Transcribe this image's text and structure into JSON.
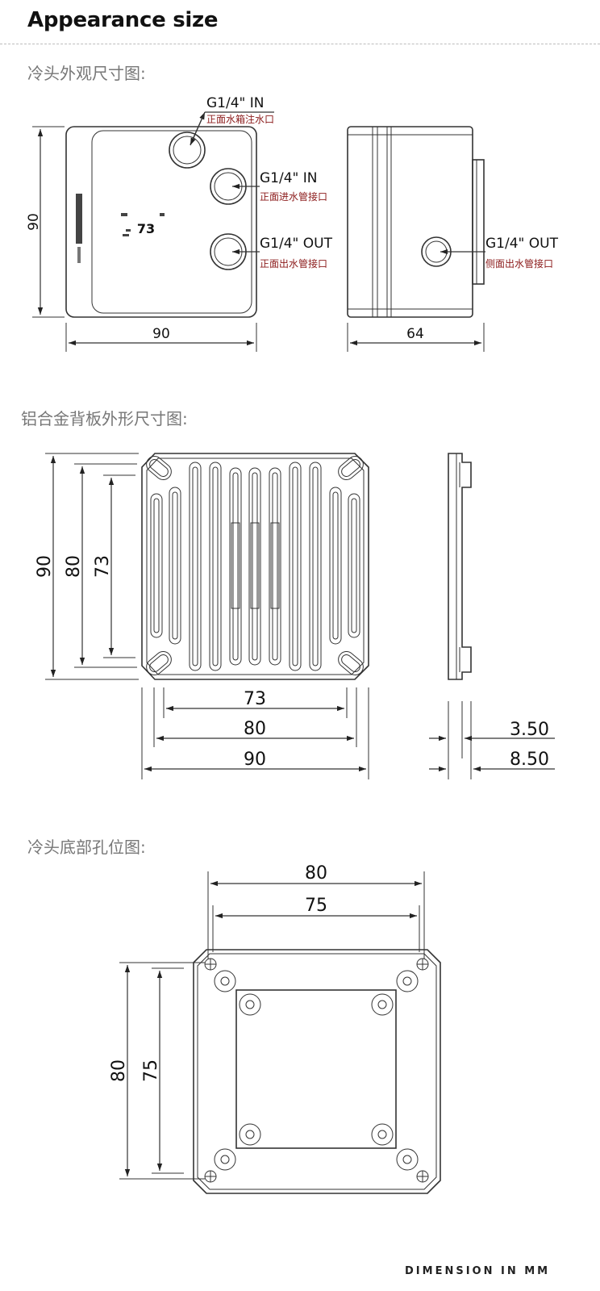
{
  "header": {
    "title": "Appearance size"
  },
  "sections": {
    "exterior": {
      "label": "冷头外观尺寸图:",
      "ports": [
        {
          "code": "G1/4\" IN",
          "desc": "正面水箱注水口"
        },
        {
          "code": "G1/4\" IN",
          "desc": "正面进水管接口"
        },
        {
          "code": "G1/4\" OUT",
          "desc": "正面出水管接口"
        },
        {
          "code": "G1/4\" OUT",
          "desc": "侧面出水管接口"
        }
      ],
      "dims": {
        "height": "90",
        "width": "90",
        "depth": "64"
      },
      "display_reading": "73"
    },
    "backplate": {
      "label": "铝合金背板外形尺寸图:",
      "dims": {
        "v_outer": "90",
        "v_mid": "80",
        "v_inner": "73",
        "h_inner": "73",
        "h_mid": "80",
        "h_outer": "90",
        "side_a": "3.50",
        "side_b": "8.50"
      }
    },
    "bottom": {
      "label": "冷头底部孔位图:",
      "dims": {
        "h_outer": "80",
        "h_inner": "75",
        "v_outer": "80",
        "v_inner": "75"
      }
    }
  },
  "footer": {
    "text": "DIMENSION IN MM"
  }
}
